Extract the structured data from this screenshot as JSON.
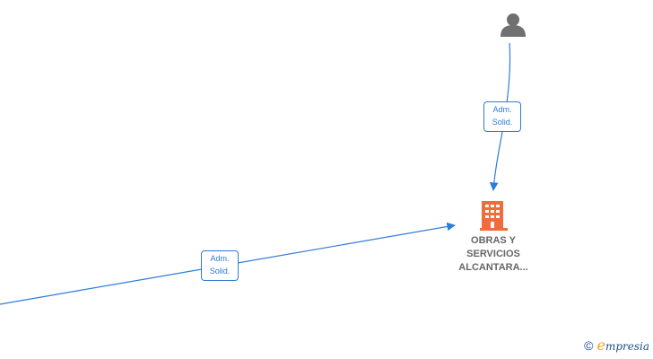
{
  "colors": {
    "edge": "#2f7bd8",
    "company_icon": "#f26b3a",
    "person_icon": "#707070",
    "label_text": "#666666",
    "brand": "#1f4e8c",
    "brand_accent": "#f0a020"
  },
  "icons": {
    "person": "person-icon",
    "company": "building-icon"
  },
  "edges": [
    {
      "label_line1": "Adm.",
      "label_line2": "Solid."
    },
    {
      "label_line1": "Adm.",
      "label_line2": "Solid."
    }
  ],
  "company": {
    "name_line1": "OBRAS Y",
    "name_line2": "SERVICIOS",
    "name_line3": "ALCANTARA..."
  },
  "watermark": {
    "copyright": "©",
    "brand_initial": "e",
    "brand_rest": "mpresia"
  }
}
